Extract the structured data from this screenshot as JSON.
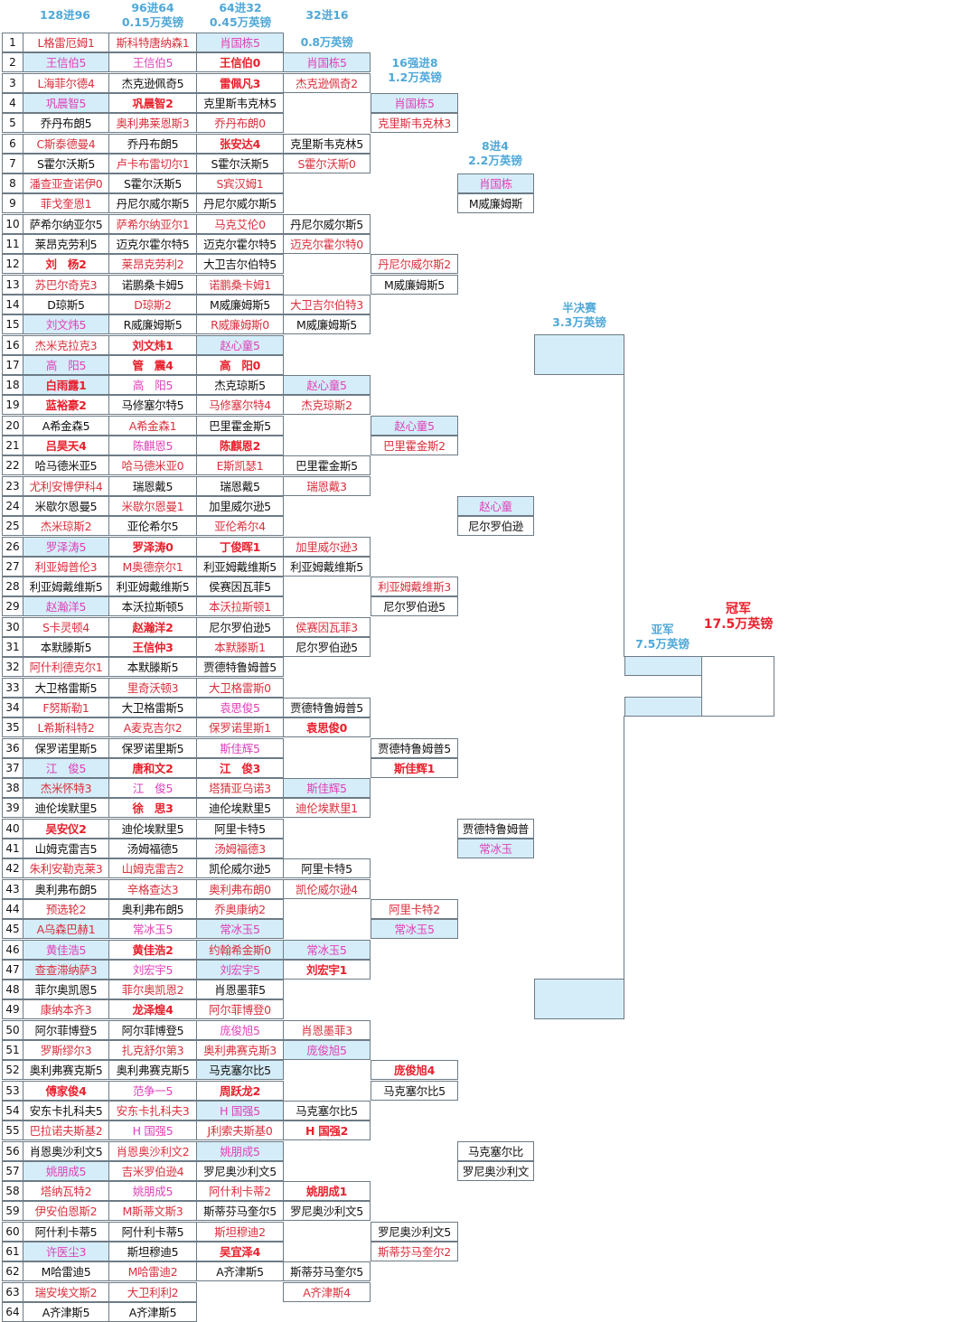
{
  "colors": {
    "black": "#111111",
    "red": "#e8202c",
    "crim": "#d9303c",
    "pink": "#e040b8",
    "blue": "#2a90d0",
    "header": "#4fa8d8",
    "highlight": "#d5edf8",
    "border": "#6d7b86"
  },
  "headers": {
    "r128": [
      "128进96"
    ],
    "r96": [
      "96进64",
      "0.15万英镑"
    ],
    "r64": [
      "64进32",
      "0.45万英镑"
    ],
    "r32": [
      "32进16",
      "0.8万英镑"
    ],
    "r16": [
      "16强进8",
      "1.2万英镑"
    ],
    "qf": [
      "8进4",
      "2.2万英镑"
    ],
    "sf": [
      "半决赛",
      "3.3万英镑"
    ],
    "runner_up": [
      "亚军",
      "7.5万英镑"
    ],
    "champion": [
      "冠军",
      "17.5万英镑"
    ]
  },
  "numbers": [
    "1",
    "2",
    "3",
    "4",
    "5",
    "6",
    "7",
    "8",
    "9",
    "10",
    "11",
    "12",
    "13",
    "14",
    "15",
    "16",
    "17",
    "18",
    "19",
    "20",
    "21",
    "22",
    "23",
    "24",
    "25",
    "26",
    "27",
    "28",
    "29",
    "30",
    "31",
    "32",
    "33",
    "34",
    "35",
    "36",
    "37",
    "38",
    "39",
    "40",
    "41",
    "42",
    "43",
    "44",
    "45",
    "46",
    "47",
    "48",
    "49",
    "50",
    "51",
    "52",
    "53",
    "54",
    "55",
    "56",
    "57",
    "58",
    "59",
    "60",
    "61",
    "62",
    "63",
    "64"
  ],
  "rounds": {
    "r128": [
      [
        "L格雷厄姆1",
        "crim"
      ],
      [
        "王信伯5",
        "pink"
      ],
      [
        "L海菲尔德4",
        "crim"
      ],
      [
        "巩晨智5",
        "pink"
      ],
      [
        "乔丹布朗5",
        "black"
      ],
      [
        "C斯泰德曼4",
        "crim"
      ],
      [
        "S霍尔沃斯5",
        "black"
      ],
      [
        "潘查亚查诺伊0",
        "crim"
      ],
      [
        "菲戈奎恩1",
        "crim"
      ],
      [
        "萨希尔纳亚尔5",
        "black"
      ],
      [
        "莱昂克劳利5",
        "black"
      ],
      [
        "刘　杨2",
        "red"
      ],
      [
        "苏巴尔奇克3",
        "crim"
      ],
      [
        "D琼斯5",
        "black"
      ],
      [
        "刘文炜5",
        "pink"
      ],
      [
        "杰米克拉克3",
        "crim"
      ],
      [
        "高　阳5",
        "pink"
      ],
      [
        "白雨露1",
        "red"
      ],
      [
        "蓝裕豪2",
        "red"
      ],
      [
        "A希金森5",
        "black"
      ],
      [
        "吕昊天4",
        "red"
      ],
      [
        "哈马德米亚5",
        "black"
      ],
      [
        "尤利安博伊科4",
        "crim"
      ],
      [
        "米歇尔恩曼5",
        "black"
      ],
      [
        "杰米琼斯2",
        "crim"
      ],
      [
        "罗泽涛5",
        "pink"
      ],
      [
        "利亚姆普伦3",
        "crim"
      ],
      [
        "利亚姆戴维斯5",
        "black"
      ],
      [
        "赵瀚洋5",
        "pink"
      ],
      [
        "S卡灵顿4",
        "crim"
      ],
      [
        "本默滕斯5",
        "black"
      ],
      [
        "阿什利德克尔1",
        "crim"
      ],
      [
        "大卫格雷斯5",
        "black"
      ],
      [
        "F努斯勒1",
        "crim"
      ],
      [
        "L希斯科特2",
        "crim"
      ],
      [
        "保罗诺里斯5",
        "black"
      ],
      [
        "江　俊5",
        "pink"
      ],
      [
        "杰米怀特3",
        "crim"
      ],
      [
        "迪伦埃默里5",
        "black"
      ],
      [
        "吴安仪2",
        "red"
      ],
      [
        "山姆克雷吉5",
        "black"
      ],
      [
        "朱利安勒克莱3",
        "crim"
      ],
      [
        "奥利弗布朗5",
        "black"
      ],
      [
        "预选轮2",
        "crim"
      ],
      [
        "A乌森巴赫1",
        "crim"
      ],
      [
        "黄佳浩5",
        "pink"
      ],
      [
        "查查滞纳萨3",
        "crim"
      ],
      [
        "菲尔奥凯恩5",
        "black"
      ],
      [
        "康纳本齐3",
        "crim"
      ],
      [
        "阿尔菲博登5",
        "black"
      ],
      [
        "罗斯缪尔3",
        "crim"
      ],
      [
        "奥利弗赛克斯5",
        "black"
      ],
      [
        "傅家俊4",
        "red"
      ],
      [
        "安东卡扎科夫5",
        "black"
      ],
      [
        "巴拉诺夫斯基2",
        "crim"
      ],
      [
        "肖恩奥沙利文5",
        "black"
      ],
      [
        "姚朋成5",
        "pink"
      ],
      [
        "塔纳瓦特2",
        "crim"
      ],
      [
        "伊安伯恩斯2",
        "crim"
      ],
      [
        "阿什利卡蒂5",
        "black"
      ],
      [
        "许医尘3",
        "pink"
      ],
      [
        "M哈雷迪5",
        "black"
      ],
      [
        "瑞安埃文斯2",
        "crim"
      ],
      [
        "A齐津斯5",
        "black"
      ]
    ],
    "r96": [
      [
        "斯科特唐纳森1",
        "crim"
      ],
      [
        "王信伯5",
        "pink"
      ],
      [
        "杰克逊佩奇5",
        "black"
      ],
      [
        "巩晨智2",
        "red"
      ],
      [
        "奥利弗莱恩斯3",
        "crim"
      ],
      [
        "乔丹布朗5",
        "black"
      ],
      [
        "卢卡布雷切尔1",
        "crim"
      ],
      [
        "S霍尔沃斯5",
        "black"
      ],
      [
        "丹尼尔威尔斯5",
        "black"
      ],
      [
        "萨希尔纳亚尔1",
        "crim"
      ],
      [
        "迈克尔霍尔特5",
        "black"
      ],
      [
        "莱昂克劳利2",
        "crim"
      ],
      [
        "诺鹏桑卡姆5",
        "black"
      ],
      [
        "D琼斯2",
        "crim"
      ],
      [
        "R威廉姆斯5",
        "black"
      ],
      [
        "刘文炜1",
        "red"
      ],
      [
        "管　震4",
        "red"
      ],
      [
        "高　阳5",
        "pink"
      ],
      [
        "马修塞尔特5",
        "black"
      ],
      [
        "A希金森1",
        "crim"
      ],
      [
        "陈麒恩5",
        "pink"
      ],
      [
        "哈马德米亚0",
        "crim"
      ],
      [
        "瑞恩戴5",
        "black"
      ],
      [
        "米歇尔恩曼1",
        "crim"
      ],
      [
        "亚伦希尔5",
        "black"
      ],
      [
        "罗泽涛0",
        "red"
      ],
      [
        "M奥德奈尔1",
        "crim"
      ],
      [
        "利亚姆戴维斯5",
        "black"
      ],
      [
        "本沃拉斯顿5",
        "black"
      ],
      [
        "赵瀚洋2",
        "red"
      ],
      [
        "王信仲3",
        "red"
      ],
      [
        "本默滕斯5",
        "black"
      ],
      [
        "里奇沃顿3",
        "crim"
      ],
      [
        "大卫格雷斯5",
        "black"
      ],
      [
        "A麦克吉尔2",
        "crim"
      ],
      [
        "保罗诺里斯5",
        "black"
      ],
      [
        "唐和文2",
        "red"
      ],
      [
        "江　俊5",
        "pink"
      ],
      [
        "徐　思3",
        "red"
      ],
      [
        "迪伦埃默里5",
        "black"
      ],
      [
        "汤姆福德5",
        "black"
      ],
      [
        "山姆克雷吉2",
        "crim"
      ],
      [
        "辛格查达3",
        "crim"
      ],
      [
        "奥利弗布朗5",
        "black"
      ],
      [
        "常冰玉5",
        "pink"
      ],
      [
        "黄佳浩2",
        "red"
      ],
      [
        "刘宏宇5",
        "pink"
      ],
      [
        "菲尔奥凯恩2",
        "crim"
      ],
      [
        "龙泽煌4",
        "red"
      ],
      [
        "阿尔菲博登5",
        "black"
      ],
      [
        "扎克舒尔第3",
        "crim"
      ],
      [
        "奥利弗赛克斯5",
        "black"
      ],
      [
        "范争一5",
        "pink"
      ],
      [
        "安东卡扎科夫3",
        "crim"
      ],
      [
        "H 国强5",
        "pink"
      ],
      [
        "肖恩奥沙利文2",
        "crim"
      ],
      [
        "吉米罗伯逊4",
        "crim"
      ],
      [
        "姚朋成5",
        "pink"
      ],
      [
        "M斯蒂文斯3",
        "crim"
      ],
      [
        "阿什利卡蒂5",
        "black"
      ],
      [
        "斯坦穆迪5",
        "black"
      ],
      [
        "M哈雷迪2",
        "crim"
      ],
      [
        "大卫利利2",
        "crim"
      ],
      [
        "A齐津斯5",
        "black"
      ]
    ],
    "r64": [
      [
        "肖国栋5",
        "pink"
      ],
      [
        "王信伯0",
        "red"
      ],
      [
        "雷佩凡3",
        "red"
      ],
      [
        "克里斯韦克林5",
        "black"
      ],
      [
        "乔丹布朗0",
        "crim"
      ],
      [
        "张安达4",
        "red"
      ],
      [
        "S霍尔沃斯5",
        "black"
      ],
      [
        "S宾汉姆1",
        "crim"
      ],
      [
        "丹尼尔威尔斯5",
        "black"
      ],
      [
        "马克艾伦0",
        "crim"
      ],
      [
        "迈克尔霍尔特5",
        "black"
      ],
      [
        "大卫吉尔伯特5",
        "black"
      ],
      [
        "诺鹏桑卡姆1",
        "crim"
      ],
      [
        "M威廉姆斯5",
        "black"
      ],
      [
        "R威廉姆斯0",
        "crim"
      ],
      [
        "赵心童5",
        "pink"
      ],
      [
        "高　阳0",
        "red"
      ],
      [
        "杰克琼斯5",
        "black"
      ],
      [
        "马修塞尔特4",
        "crim"
      ],
      [
        "巴里霍金斯5",
        "black"
      ],
      [
        "陈麒恩2",
        "red"
      ],
      [
        "E斯凯瑟1",
        "crim"
      ],
      [
        "瑞恩戴5",
        "black"
      ],
      [
        "加里威尔逊5",
        "black"
      ],
      [
        "亚伦希尔4",
        "crim"
      ],
      [
        "丁俊晖1",
        "red"
      ],
      [
        "利亚姆戴维斯5",
        "black"
      ],
      [
        "侯赛因瓦菲5",
        "black"
      ],
      [
        "本沃拉斯顿1",
        "crim"
      ],
      [
        "尼尔罗伯逊5",
        "black"
      ],
      [
        "本默滕斯1",
        "crim"
      ],
      [
        "贾德特鲁姆普5",
        "black"
      ],
      [
        "大卫格雷斯0",
        "crim"
      ],
      [
        "袁思俊5",
        "pink"
      ],
      [
        "保罗诺里斯1",
        "crim"
      ],
      [
        "斯佳辉5",
        "pink"
      ],
      [
        "江　俊3",
        "red"
      ],
      [
        "塔猜亚乌诺3",
        "crim"
      ],
      [
        "迪伦埃默里5",
        "black"
      ],
      [
        "阿里卡特5",
        "black"
      ],
      [
        "汤姆福德3",
        "crim"
      ],
      [
        "凯伦威尔逊5",
        "black"
      ],
      [
        "奥利弗布朗0",
        "crim"
      ],
      [
        "乔奥康纳2",
        "crim"
      ],
      [
        "常冰玉5",
        "pink"
      ],
      [
        "约翰希金斯0",
        "crim"
      ],
      [
        "刘宏宇5",
        "pink"
      ],
      [
        "肖恩墨菲5",
        "black"
      ],
      [
        "阿尔菲博登0",
        "crim"
      ],
      [
        "庞俊旭5",
        "pink"
      ],
      [
        "奥利弗赛克斯3",
        "crim"
      ],
      [
        "马克塞尔比5",
        "black"
      ],
      [
        "周跃龙2",
        "red"
      ],
      [
        "H 国强5",
        "pink"
      ],
      [
        "J利索夫斯基0",
        "crim"
      ],
      [
        "姚朋成5",
        "pink"
      ],
      [
        "罗尼奥沙利文5",
        "black"
      ],
      [
        "阿什利卡蒂2",
        "crim"
      ],
      [
        "斯蒂芬马奎尔5",
        "black"
      ],
      [
        "斯坦穆迪2",
        "crim"
      ],
      [
        "吴宜泽4",
        "red"
      ],
      [
        "A齐津斯5",
        "black"
      ]
    ],
    "r32": [
      [
        "0.8万英镑",
        "header"
      ],
      [
        "肖国栋5",
        "pink"
      ],
      [
        "杰克逊佩奇2",
        "crim"
      ],
      [
        "克里斯韦克林5",
        "black"
      ],
      [
        "S霍尔沃斯0",
        "crim"
      ],
      [
        "丹尼尔威尔斯5",
        "black"
      ],
      [
        "迈克尔霍尔特0",
        "crim"
      ],
      [
        "大卫吉尔伯特3",
        "crim"
      ],
      [
        "M威廉姆斯5",
        "black"
      ],
      [
        "赵心童5",
        "pink"
      ],
      [
        "杰克琼斯2",
        "crim"
      ],
      [
        "巴里霍金斯5",
        "black"
      ],
      [
        "瑞恩戴3",
        "crim"
      ],
      [
        "加里威尔逊3",
        "crim"
      ],
      [
        "利亚姆戴维斯5",
        "black"
      ],
      [
        "侯赛因瓦菲3",
        "crim"
      ],
      [
        "尼尔罗伯逊5",
        "black"
      ],
      [
        "贾德特鲁姆普5",
        "black"
      ],
      [
        "袁思俊0",
        "red"
      ],
      [
        "斯佳辉5",
        "pink"
      ],
      [
        "迪伦埃默里1",
        "crim"
      ],
      [
        "阿里卡特5",
        "black"
      ],
      [
        "凯伦威尔逊4",
        "crim"
      ],
      [
        "常冰玉5",
        "pink"
      ],
      [
        "刘宏宇1",
        "red"
      ],
      [
        "肖恩墨菲3",
        "crim"
      ],
      [
        "庞俊旭5",
        "pink"
      ],
      [
        "马克塞尔比5",
        "black"
      ],
      [
        "H 国强2",
        "red"
      ],
      [
        "姚朋成1",
        "red"
      ],
      [
        "罗尼奥沙利文5",
        "black"
      ],
      [
        "斯蒂芬马奎尔5",
        "black"
      ],
      [
        "A齐津斯4",
        "crim"
      ]
    ],
    "r16": [
      [
        "肖国栋5",
        "pink"
      ],
      [
        "克里斯韦克林3",
        "crim"
      ],
      [
        "丹尼尔威尔斯2",
        "crim"
      ],
      [
        "M威廉姆斯5",
        "black"
      ],
      [
        "赵心童5",
        "pink"
      ],
      [
        "巴里霍金斯2",
        "crim"
      ],
      [
        "利亚姆戴维斯3",
        "crim"
      ],
      [
        "尼尔罗伯逊5",
        "black"
      ],
      [
        "贾德特鲁姆普5",
        "black"
      ],
      [
        "斯佳辉1",
        "red"
      ],
      [
        "阿里卡特2",
        "crim"
      ],
      [
        "常冰玉5",
        "pink"
      ],
      [
        "庞俊旭4",
        "red"
      ],
      [
        "马克塞尔比5",
        "black"
      ],
      [
        "罗尼奥沙利文5",
        "black"
      ],
      [
        "斯蒂芬马奎尔2",
        "crim"
      ]
    ],
    "qf": [
      [
        "肖国栋",
        "pink"
      ],
      [
        "M威廉姆斯",
        "black"
      ],
      [
        "赵心童",
        "pink"
      ],
      [
        "尼尔罗伯逊",
        "black"
      ],
      [
        "贾德特鲁姆普",
        "black"
      ],
      [
        "常冰玉",
        "pink"
      ],
      [
        "马克塞尔比",
        "black"
      ],
      [
        "罗尼奥沙利文",
        "black"
      ]
    ]
  }
}
